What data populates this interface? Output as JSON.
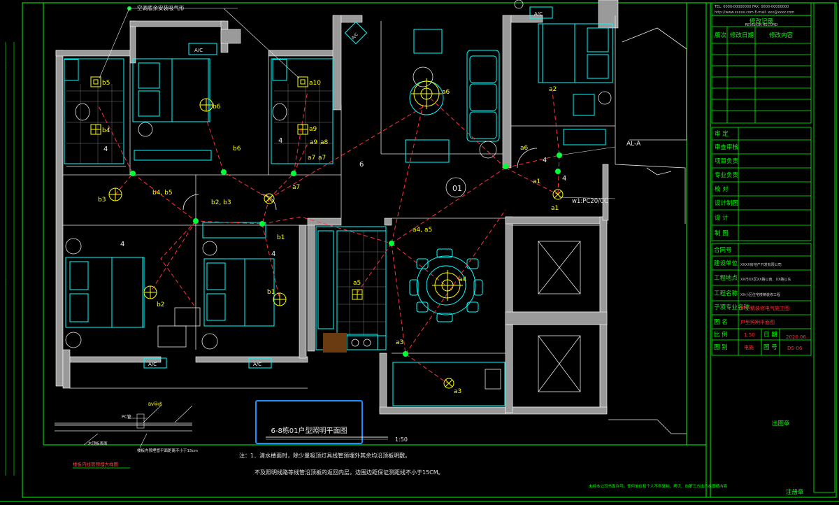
{
  "drawing_title": "6-8栋01户型照明平面图",
  "title_scale": "1:50",
  "room_number": "01",
  "notes": {
    "line1": "注：1．清水楼面时，除少量吸顶灯具线管预埋外其余均沿顶板明敷。",
    "line2": "不及照明线路等线管沿顶板的返回内层，边围边距保证测距线不小于15CM。"
  },
  "detail_title": "楼板内线管预埋大样图",
  "detail_labels": {
    "pc": "PC管",
    "wire": "BV导线",
    "bottom": "木顶板表面",
    "plate": "楼板内预埋管平面距离不小于15cm"
  },
  "top_annotation": "空调底余安装吸气形",
  "circuit_label": "AL-A",
  "wiring_label": "w1:PC20/CC",
  "ac_label": "A/C",
  "scale_marker": "1:50",
  "lamp_labels": [
    "b5",
    "b4",
    "b6",
    "b6",
    "a10",
    "a9",
    "a9",
    "a8",
    "a6",
    "a7",
    "a7",
    "a6",
    "a5",
    "a4",
    "a3",
    "a3",
    "a2",
    "a1",
    "a1",
    "b3",
    "b2",
    "b1",
    "b1",
    "b4, b5",
    "b2, b3",
    "a4, a5",
    "a7"
  ],
  "circuit_counts": [
    "4",
    "4",
    "4",
    "4",
    "4",
    "4",
    "6"
  ],
  "title_block": {
    "company_tel": "TEL: 0000-00000000   FAX: 0000-00000000",
    "company_web": "http://www.xxxxx.com    E-mail: xxx@xxxx.com",
    "revision_header": "修改记录",
    "revision_sub": "REVISION RECORD",
    "rev_cols": [
      "版次",
      "修改日期",
      "修改内容"
    ],
    "signoff": [
      "审 定",
      "审查审核",
      "项目负责",
      "专业负责",
      "校 对",
      "设计制图",
      "设 计",
      "制 图"
    ],
    "project_rows": [
      "合同号",
      "建设单位",
      "工程地点",
      "工程名称",
      "子项专业名称",
      "图 名"
    ],
    "project_values": [
      "",
      "XXXX房地产开发有限公司",
      "XX市XX区XX路以南、XX路以东",
      "XX小区住宅楼精装修工程",
      "户型精装修电气施工图",
      "户型照明平面图"
    ],
    "scale_label": "比 例",
    "scale_value": "1:50",
    "date_label": "日 期",
    "date_value": "2020.06",
    "sheet_label": "图 别",
    "sheet_value": "电施",
    "number_label": "图 号",
    "number_value": "DS-06",
    "stamp_left": "出图章",
    "stamp_right": "注册章",
    "bottom_note": "未经本公司书面许可，任何单位和个人不得复制、拷贝、向第三方出示本图纸内容"
  }
}
